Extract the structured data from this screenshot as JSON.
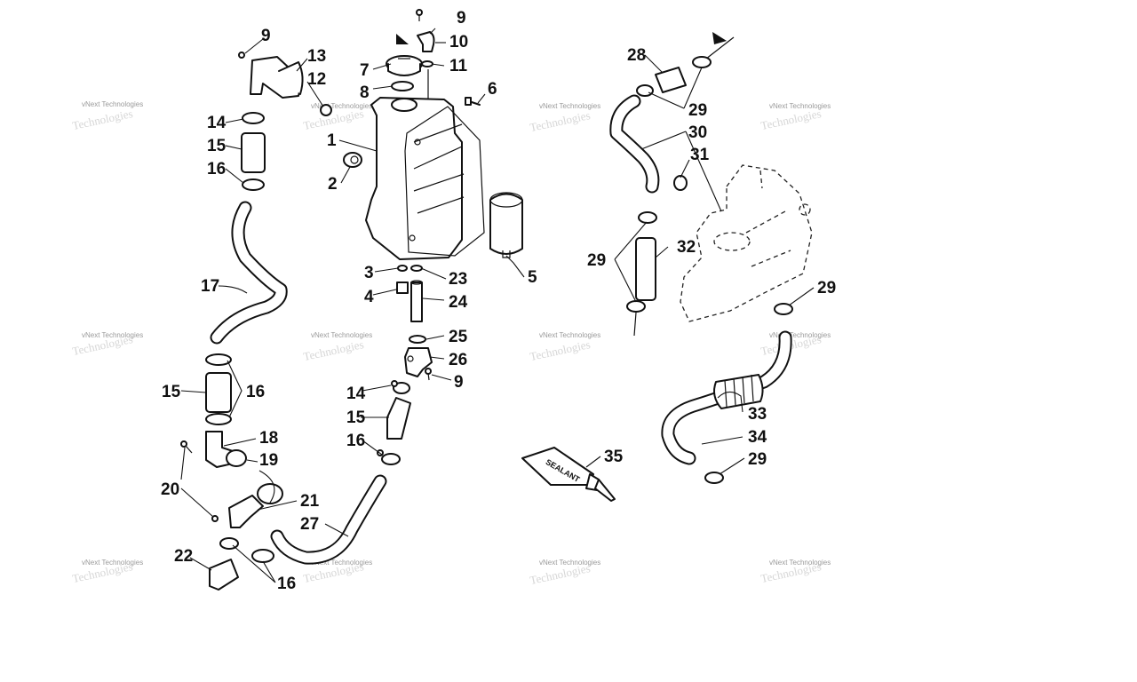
{
  "watermark": {
    "text": "vNext Technologies",
    "big_text": "Technologies"
  },
  "callouts": [
    {
      "id": "c9a",
      "label": "9"
    },
    {
      "id": "c10",
      "label": "10"
    },
    {
      "id": "c11",
      "label": "11"
    },
    {
      "id": "c7",
      "label": "7"
    },
    {
      "id": "c8",
      "label": "8"
    },
    {
      "id": "c6",
      "label": "6"
    },
    {
      "id": "c1",
      "label": "1"
    },
    {
      "id": "c2",
      "label": "2"
    },
    {
      "id": "c5",
      "label": "5"
    },
    {
      "id": "c3",
      "label": "3"
    },
    {
      "id": "c23",
      "label": "23"
    },
    {
      "id": "c4",
      "label": "4"
    },
    {
      "id": "c24",
      "label": "24"
    },
    {
      "id": "c25",
      "label": "25"
    },
    {
      "id": "c26",
      "label": "26"
    },
    {
      "id": "c9b",
      "label": "9"
    },
    {
      "id": "c14b",
      "label": "14"
    },
    {
      "id": "c15c",
      "label": "15"
    },
    {
      "id": "c16d",
      "label": "16"
    },
    {
      "id": "c27",
      "label": "27"
    },
    {
      "id": "c9c",
      "label": "9"
    },
    {
      "id": "c13",
      "label": "13"
    },
    {
      "id": "c12",
      "label": "12"
    },
    {
      "id": "c14a",
      "label": "14"
    },
    {
      "id": "c15a",
      "label": "15"
    },
    {
      "id": "c16a",
      "label": "16"
    },
    {
      "id": "c17",
      "label": "17"
    },
    {
      "id": "c15b",
      "label": "15"
    },
    {
      "id": "c16b",
      "label": "16"
    },
    {
      "id": "c18",
      "label": "18"
    },
    {
      "id": "c19",
      "label": "19"
    },
    {
      "id": "c20",
      "label": "20"
    },
    {
      "id": "c21",
      "label": "21"
    },
    {
      "id": "c22",
      "label": "22"
    },
    {
      "id": "c16c",
      "label": "16"
    },
    {
      "id": "c28",
      "label": "28"
    },
    {
      "id": "c29a",
      "label": "29"
    },
    {
      "id": "c30",
      "label": "30"
    },
    {
      "id": "c31",
      "label": "31"
    },
    {
      "id": "c29b",
      "label": "29"
    },
    {
      "id": "c32",
      "label": "32"
    },
    {
      "id": "c29c",
      "label": "29"
    },
    {
      "id": "c33",
      "label": "33"
    },
    {
      "id": "c34",
      "label": "34"
    },
    {
      "id": "c29d",
      "label": "29"
    },
    {
      "id": "c35",
      "label": "35"
    }
  ],
  "sealant_label": "SEALANT"
}
